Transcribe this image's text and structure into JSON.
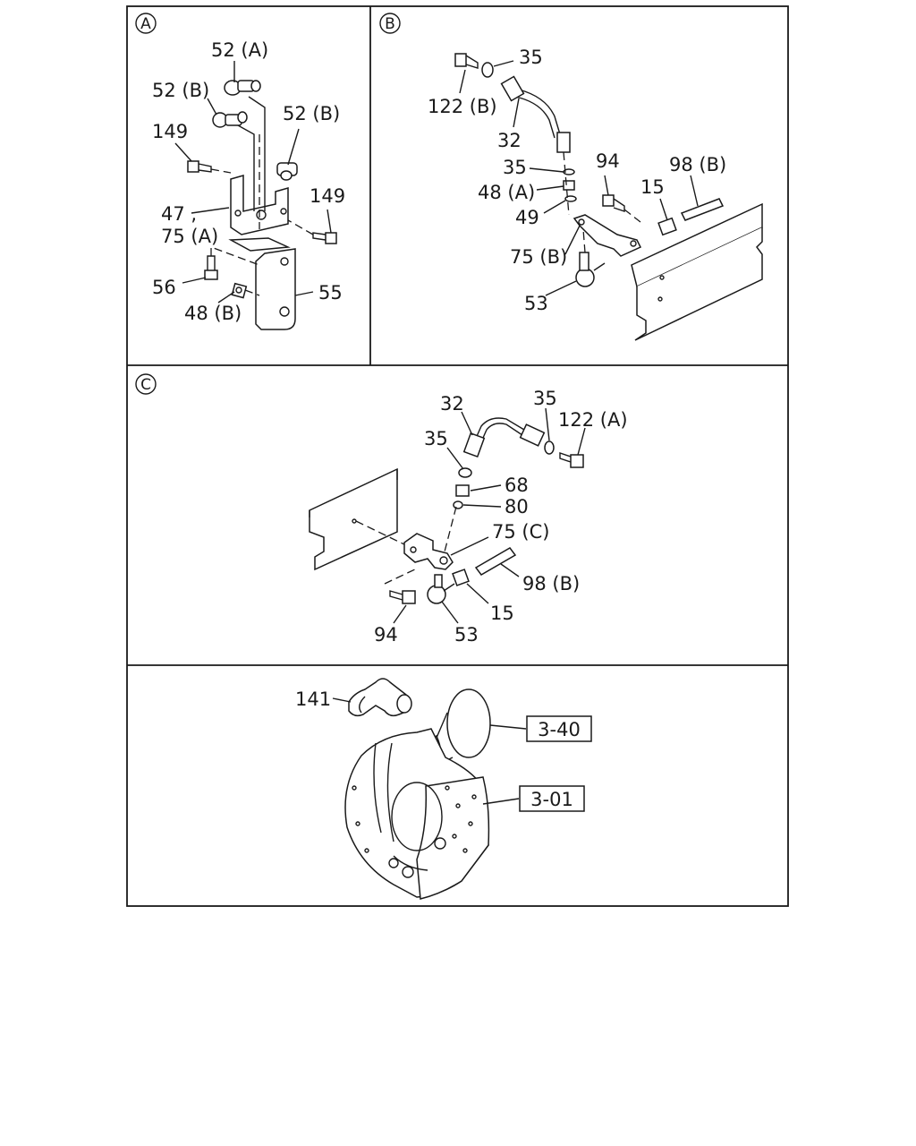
{
  "panels": {
    "a": {
      "marker": "A"
    },
    "b": {
      "marker": "B"
    },
    "c": {
      "marker": "C"
    }
  },
  "callouts": {
    "a_52a": "52 (A)",
    "a_52b_left": "52 (B)",
    "a_52b_right": "52 (B)",
    "a_149_top": "149",
    "a_149_right": "149",
    "a_47": "47 ,",
    "a_75a": "75 (A)",
    "a_56": "56",
    "a_48b": "48 (B)",
    "a_55": "55",
    "b_35_top": "35",
    "b_122b": "122 (B)",
    "b_32": "32",
    "b_35_mid": "35",
    "b_94": "94",
    "b_98b": "98 (B)",
    "b_48a": "48 (A)",
    "b_15": "15",
    "b_49": "49",
    "b_75b": "75 (B)",
    "b_53": "53",
    "c_32": "32",
    "c_35_right": "35",
    "c_122a": "122 (A)",
    "c_35_left": "35",
    "c_68": "68",
    "c_80": "80",
    "c_75c": "75 (C)",
    "c_98b": "98 (B)",
    "c_15": "15",
    "c_94": "94",
    "c_53": "53",
    "d_141": "141"
  },
  "references": {
    "ref_340": "3-40",
    "ref_301": "3-01"
  }
}
